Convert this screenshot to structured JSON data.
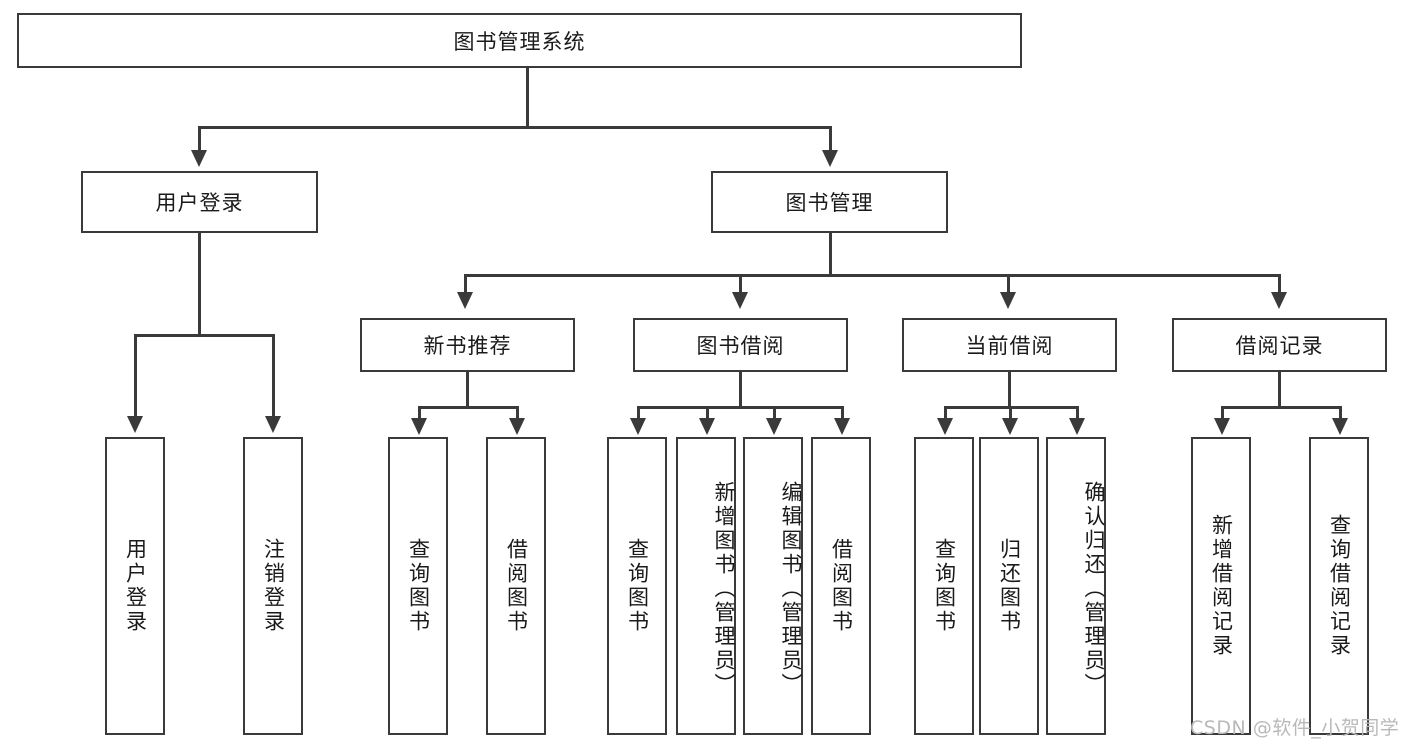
{
  "diagram": {
    "title": "图书管理系统",
    "root": {
      "label": "图书管理系统"
    },
    "level1": [
      {
        "label": "用户登录"
      },
      {
        "label": "图书管理"
      }
    ],
    "level2": [
      {
        "label": "新书推荐"
      },
      {
        "label": "图书借阅"
      },
      {
        "label": "当前借阅"
      },
      {
        "label": "借阅记录"
      }
    ],
    "leaves": {
      "user_login": [
        {
          "label": "用户登录"
        },
        {
          "label": "注销登录"
        }
      ],
      "new_book_recommend": [
        {
          "label": "查询图书"
        },
        {
          "label": "借阅图书"
        }
      ],
      "book_borrow": [
        {
          "label": "查询图书"
        },
        {
          "label": "新增图书（管理员）"
        },
        {
          "label": "编辑图书（管理员）"
        },
        {
          "label": "借阅图书"
        }
      ],
      "current_borrow": [
        {
          "label": "查询图书"
        },
        {
          "label": "归还图书"
        },
        {
          "label": "确认归还（管理员）"
        }
      ],
      "borrow_records": [
        {
          "label": "新增借阅记录"
        },
        {
          "label": "查询借阅记录"
        }
      ]
    }
  },
  "watermark": {
    "text": "CSDN @软件_小贺同学"
  },
  "colors": {
    "stroke": "#3a3a3a",
    "background": "#ffffff",
    "text": "#1a1a1a",
    "watermark": "#b9b9b9"
  }
}
